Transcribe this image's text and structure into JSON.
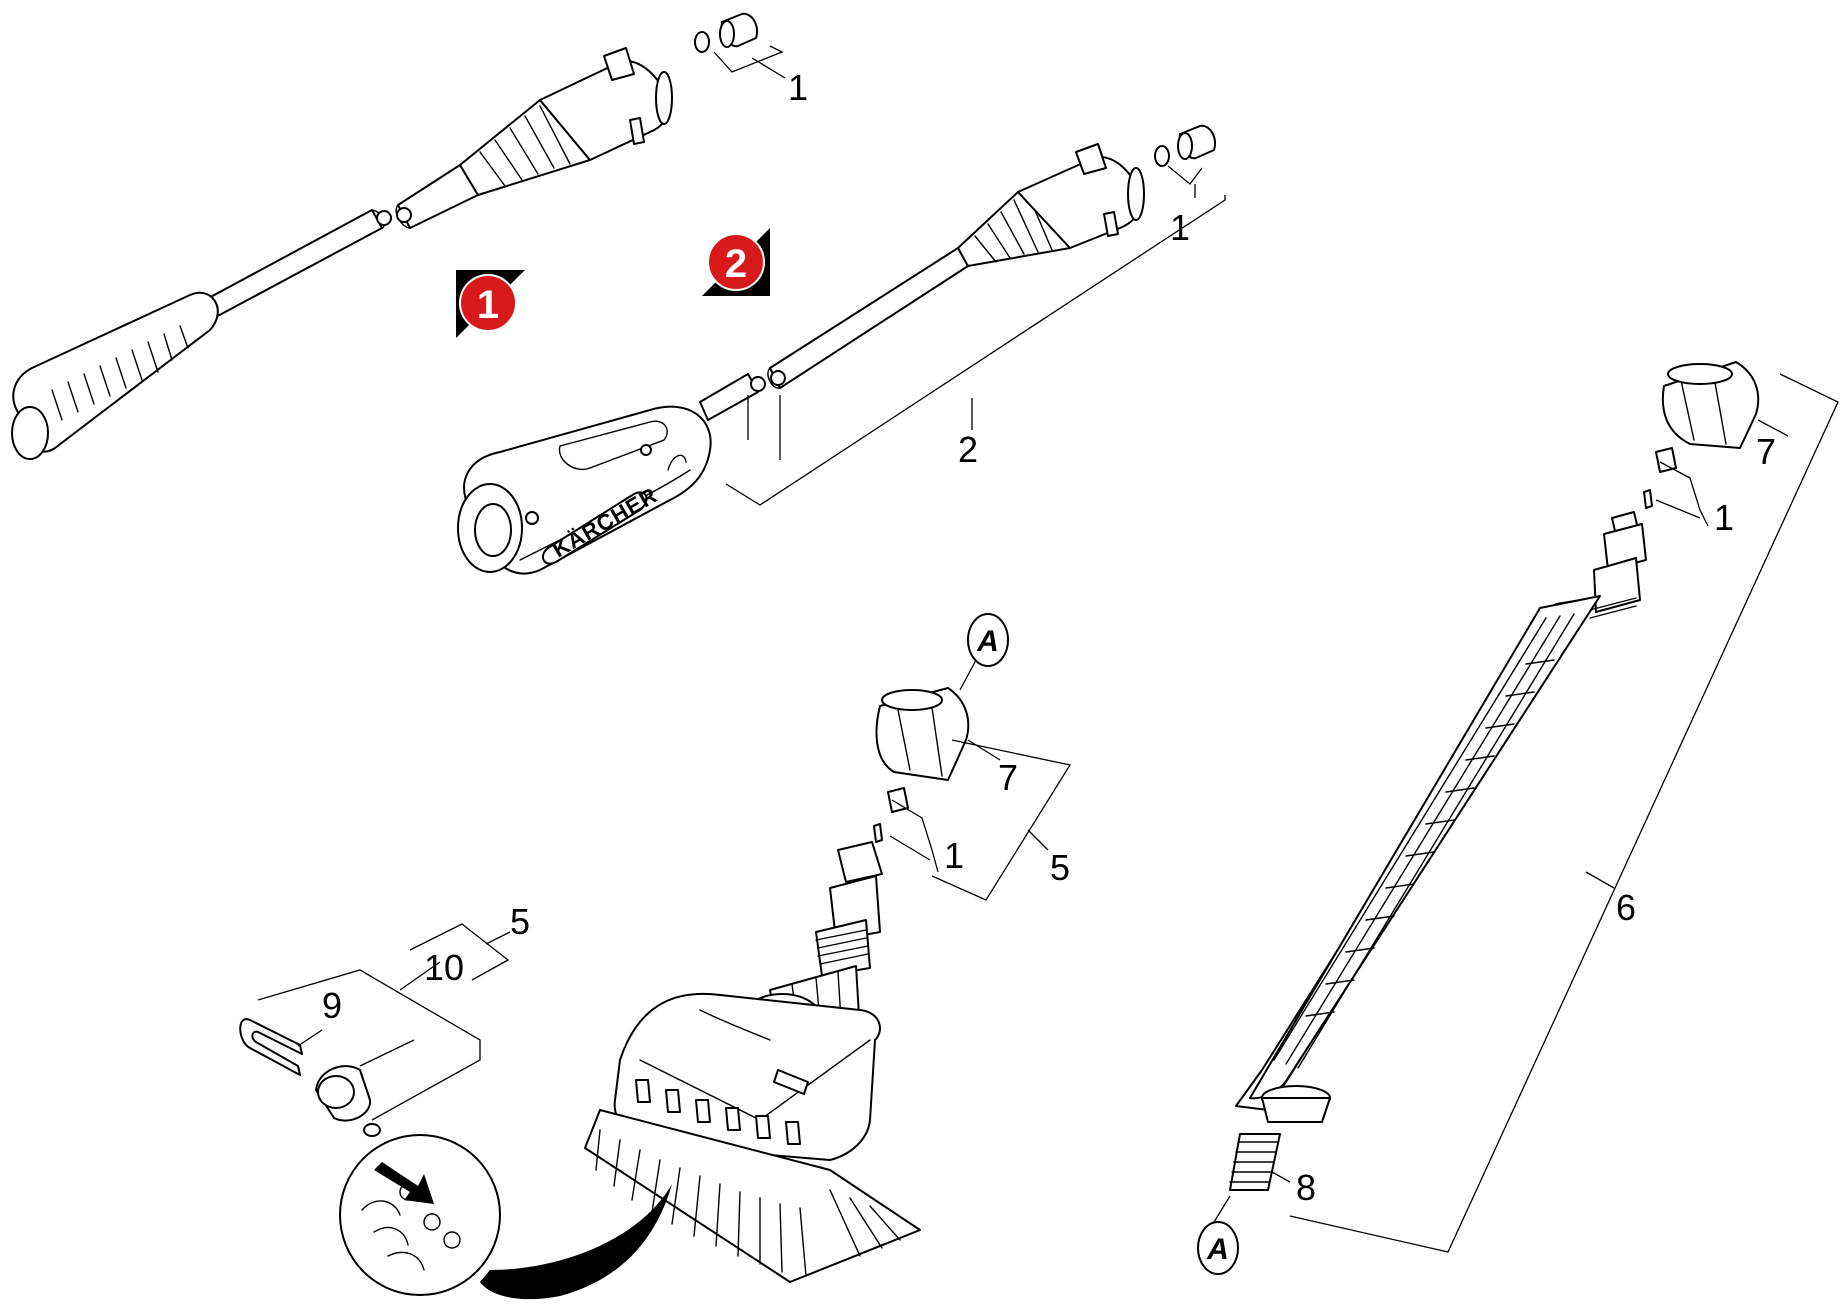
{
  "variants": [
    {
      "number": "1",
      "color": "#d7191c"
    },
    {
      "number": "2",
      "color": "#d7191c"
    }
  ],
  "callouts": {
    "c1a": "1",
    "c1b": "1",
    "c2": "2",
    "c7a": "7",
    "c1c": "1",
    "c7b": "7",
    "c1d": "1",
    "c5a": "5",
    "c6": "6",
    "c8": "8",
    "c5b": "5",
    "c10": "10",
    "c9": "9"
  },
  "references": {
    "top": "A",
    "bottom": "A"
  },
  "brand": "KÄRCHER"
}
